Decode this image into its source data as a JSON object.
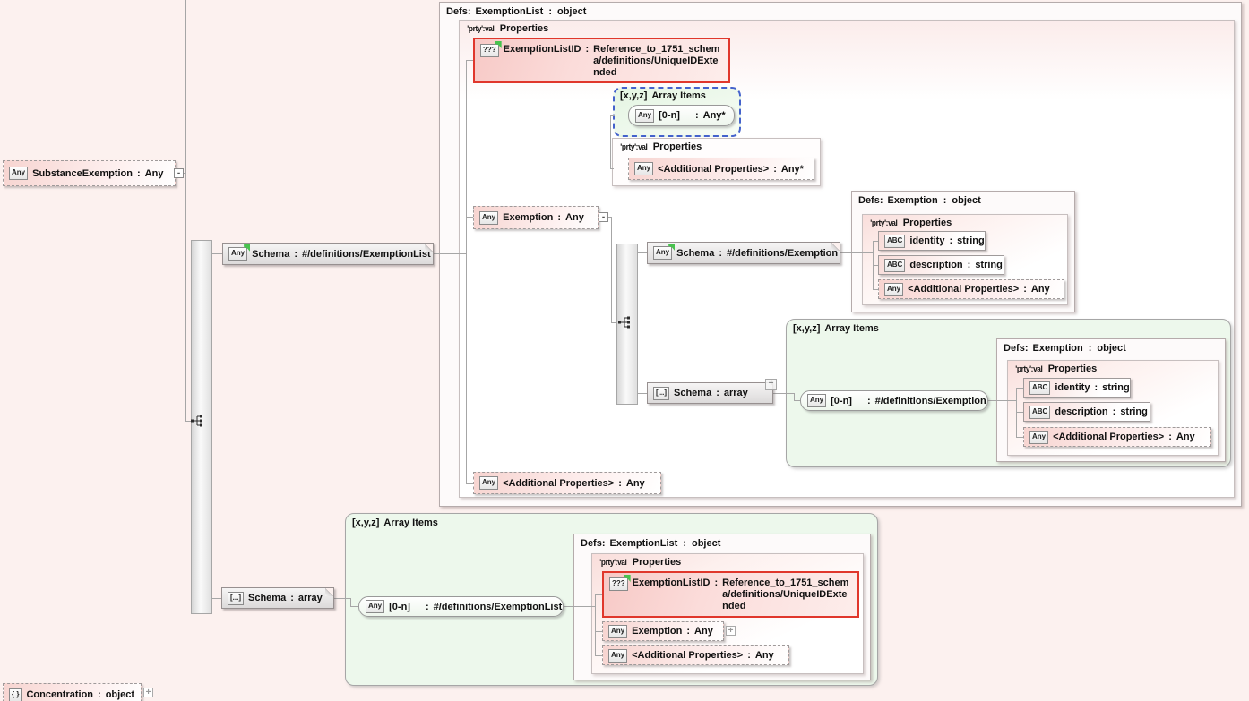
{
  "ui": {
    "colon": ":",
    "defs_label": "Defs:",
    "properties_badge": "'prty':val",
    "properties_label": "Properties",
    "array_items_badge": "[x,y,z]",
    "array_items_label": "Array Items",
    "minus_glyph": "-",
    "plus_glyph": "+"
  },
  "colors": {
    "page_background": "#fcf1ef",
    "red_highlight_border": "#e0372c",
    "array_box_background": "#edf8ec",
    "blue_dashed_border": "#4462cc",
    "modified_flag_green": "#49c24f",
    "connector_gray": "#a6a6a6"
  },
  "nodes": {
    "substanceExemption": {
      "badge": "Any",
      "name": "SubstanceExemption",
      "type": "Any"
    },
    "schemaExemptionList": {
      "badge": "Any",
      "name": "Schema",
      "type": "#/definitions/ExemptionList"
    },
    "schemaExemption": {
      "badge": "Any",
      "name": "Schema",
      "type": "#/definitions/Exemption"
    },
    "schemaArray": {
      "badge": "[...]",
      "name": "Schema",
      "type": "array"
    },
    "defsExemptionList": {
      "name": "ExemptionList",
      "type": "object"
    },
    "defsExemption": {
      "name": "Exemption",
      "type": "object"
    },
    "exemptionListID": {
      "badge": "???",
      "name": "ExemptionListID",
      "type": "Reference_to_1751_schema/definitions/UniqueIDExtended"
    },
    "exemptionAny": {
      "badge": "Any",
      "name": "Exemption",
      "type": "Any"
    },
    "identity": {
      "badge": "ABC",
      "name": "identity",
      "type": "string"
    },
    "description": {
      "badge": "ABC",
      "name": "description",
      "type": "string"
    },
    "additionalAny": {
      "badge": "Any",
      "name": "<Additional Properties>",
      "type": "Any"
    },
    "additionalAnyStar": {
      "badge": "Any",
      "name": "<Additional Properties>",
      "type": "Any*"
    },
    "item0nAny": {
      "badge": "Any",
      "name": "[0-n]",
      "type": "Any*"
    },
    "item0nExemption": {
      "badge": "Any",
      "name": "[0-n]",
      "type": "#/definitions/Exemption"
    },
    "item0nExemptionList": {
      "badge": "Any",
      "name": "[0-n]",
      "type": "#/definitions/ExemptionList"
    },
    "concentration": {
      "badge": "{ }",
      "name": "Concentration",
      "type": "object"
    }
  }
}
